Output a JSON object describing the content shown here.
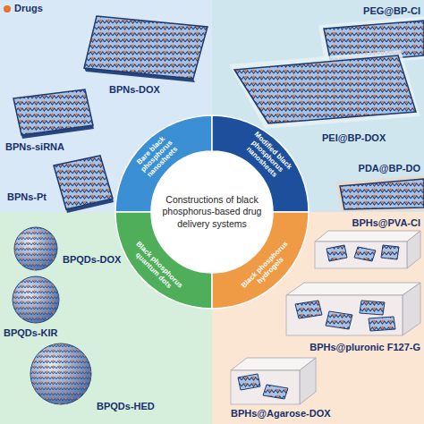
{
  "diagram": {
    "nodes": [
      {
        "text": [
          "Constructions of black phosphorus-based drug delivery systems"
        ]
      },
      {
        "text": [
          "Bare black phosphorus nanosheets"
        ]
      },
      {
        "text": [
          "Modified black phosphorus nanosheets"
        ]
      },
      {
        "text": [
          "Black phosphorus quantum dots"
        ]
      },
      {
        "text": [
          "Black phosphorus hydrogels"
        ]
      }
    ],
    "labels": [
      "BPNs-DOX",
      "BPNs-siRNA",
      "BPNs-Pt",
      "PEG@BP-CI",
      "PEI@BP-DOX",
      "PDA@BP-DO",
      "BPQDs-DOX",
      "BPQDs-KIR",
      "BPQDs-HED",
      "BPHs@PVA-CI",
      "BPHs@pluronic F127-G",
      "BPHs@Agarose-DOX"
    ],
    "legend": [
      {
        "text": "Drugs",
        "color": "#e8742a"
      }
    ]
  }
}
